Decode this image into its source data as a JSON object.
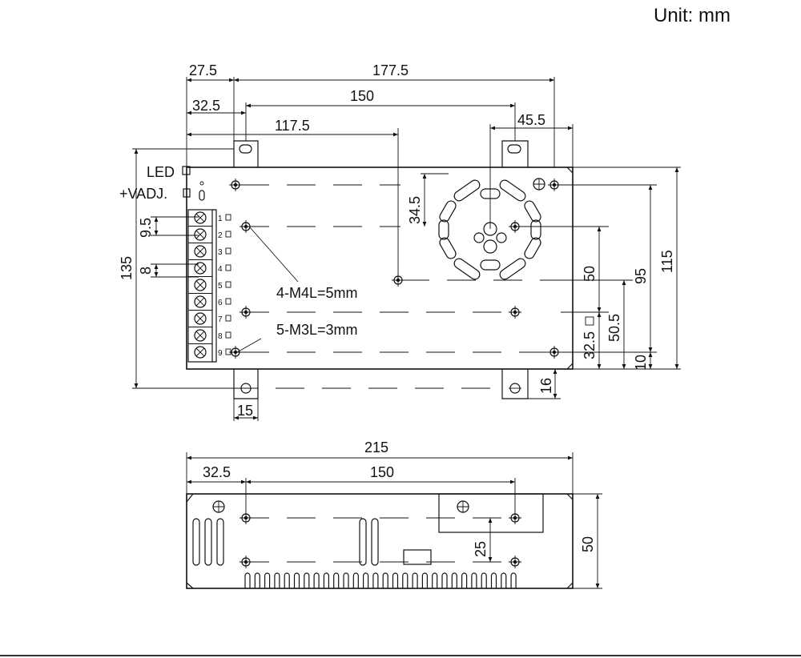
{
  "unit_label": "Unit: mm",
  "top_view": {
    "dims_horizontal": [
      "27.5",
      "177.5",
      "32.5",
      "150",
      "117.5",
      "45.5",
      "15"
    ],
    "dims_vertical": [
      "135",
      "9.5",
      "8",
      "34.5",
      "50",
      "95",
      "115",
      "50.5",
      "32.5",
      "10",
      "16"
    ],
    "labels": {
      "led": "LED",
      "vadj": "+VADJ.",
      "m4": "4-M4L=5mm",
      "m3": "5-M3L=3mm"
    },
    "terminals": [
      "1",
      "2",
      "3",
      "4",
      "5",
      "6",
      "7",
      "8",
      "9"
    ]
  },
  "side_view": {
    "dims_horizontal": [
      "215",
      "32.5",
      "150"
    ],
    "dims_vertical": [
      "25",
      "50"
    ]
  }
}
